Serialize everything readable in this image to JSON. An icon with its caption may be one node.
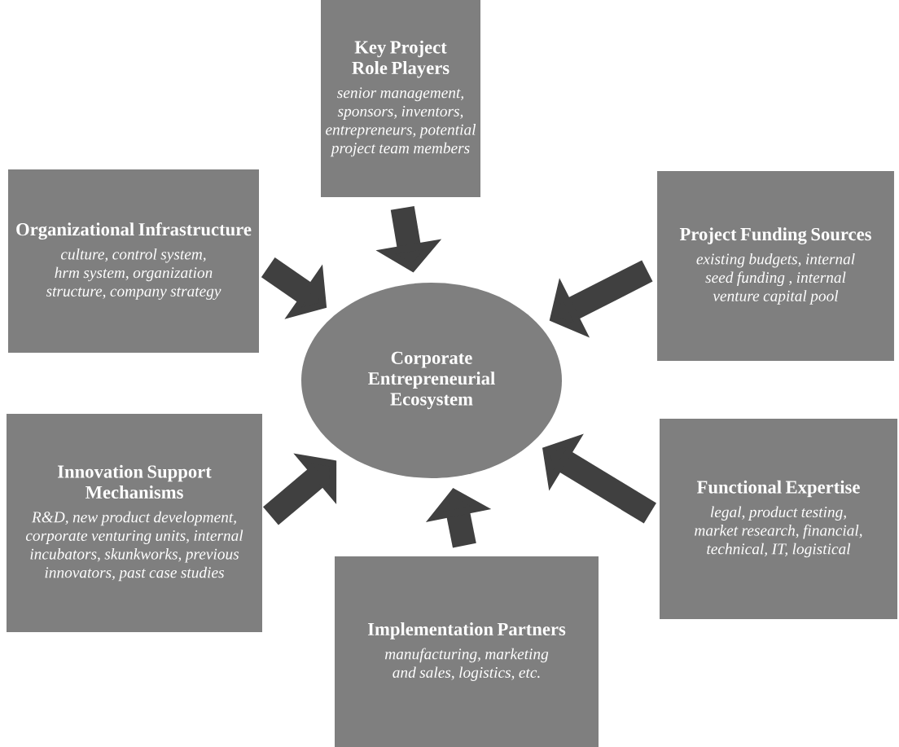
{
  "diagram": {
    "nodes": [
      {
        "text": [
          "Key Project Role Players",
          "senior management, sponsors, inventors, entrepreneurs, potential project team members"
        ]
      },
      {
        "text": [
          "Organizational Infrastructure",
          "culture, control system, hrm system, organization structure, company strategy"
        ]
      },
      {
        "text": [
          "Project Funding Sources",
          "existing budgets, internal seed funding , internal venture capital pool"
        ]
      },
      {
        "text": [
          "Corporate Entrepreneurial Ecosystem"
        ]
      },
      {
        "text": [
          "Innovation Support Mechanisms",
          "R&D, new product development, corporate venturing units, internal incubators, skunkworks, previous innovators, past case studies"
        ]
      },
      {
        "text": [
          "Functional Expertise",
          "legal, product testing, market research, financial, technical, IT, logistical"
        ]
      },
      {
        "text": [
          "Implementation Partners",
          "manufacturing, marketing and sales, logistics, etc."
        ]
      }
    ],
    "edges": [
      {
        "from": 0,
        "to": 3,
        "arrow": "to"
      },
      {
        "from": 1,
        "to": 3,
        "arrow": "to"
      },
      {
        "from": 2,
        "to": 3,
        "arrow": "to"
      },
      {
        "from": 4,
        "to": 3,
        "arrow": "to"
      },
      {
        "from": 5,
        "to": 3,
        "arrow": "to"
      },
      {
        "from": 6,
        "to": 3,
        "arrow": "to"
      }
    ]
  }
}
